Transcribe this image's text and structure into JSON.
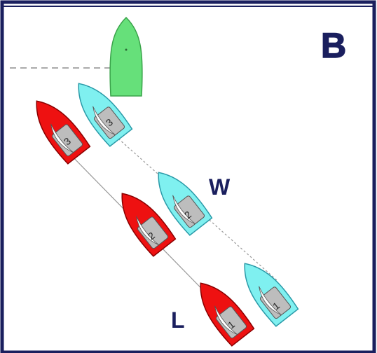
{
  "panel_label": "B",
  "boat_labels": {
    "windward": "W",
    "leeward": "L"
  },
  "colors": {
    "frame": "#1a1f5e",
    "mark_boat": "#66e07a",
    "windward_boat": "#7ff0f0",
    "leeward_boat": "#ee1111",
    "cockpit": "#bdbdbd",
    "label_text": "#1a1f5e",
    "track_line": "#999999",
    "line_dash": "#aaaaaa"
  },
  "windward_positions": [
    "1",
    "2",
    "3"
  ],
  "leeward_positions": [
    "1",
    "2",
    "3"
  ]
}
